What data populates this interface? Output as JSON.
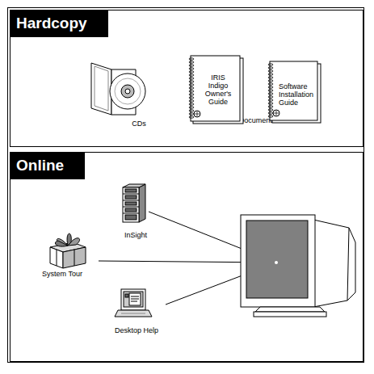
{
  "diagram": {
    "nodes": [
      {
        "text": [
          "Hardcopy"
        ]
      },
      {
        "text": [
          "IRIS Indigo Owner's Guide"
        ],
        "in": 0
      },
      {
        "text": [
          "Software Installation Guide"
        ],
        "in": 0
      },
      {
        "text": [
          "Online"
        ]
      }
    ],
    "labels": [
      "CDs",
      "Documentation",
      "InSight",
      "System Tour",
      "Desktop Help"
    ]
  }
}
